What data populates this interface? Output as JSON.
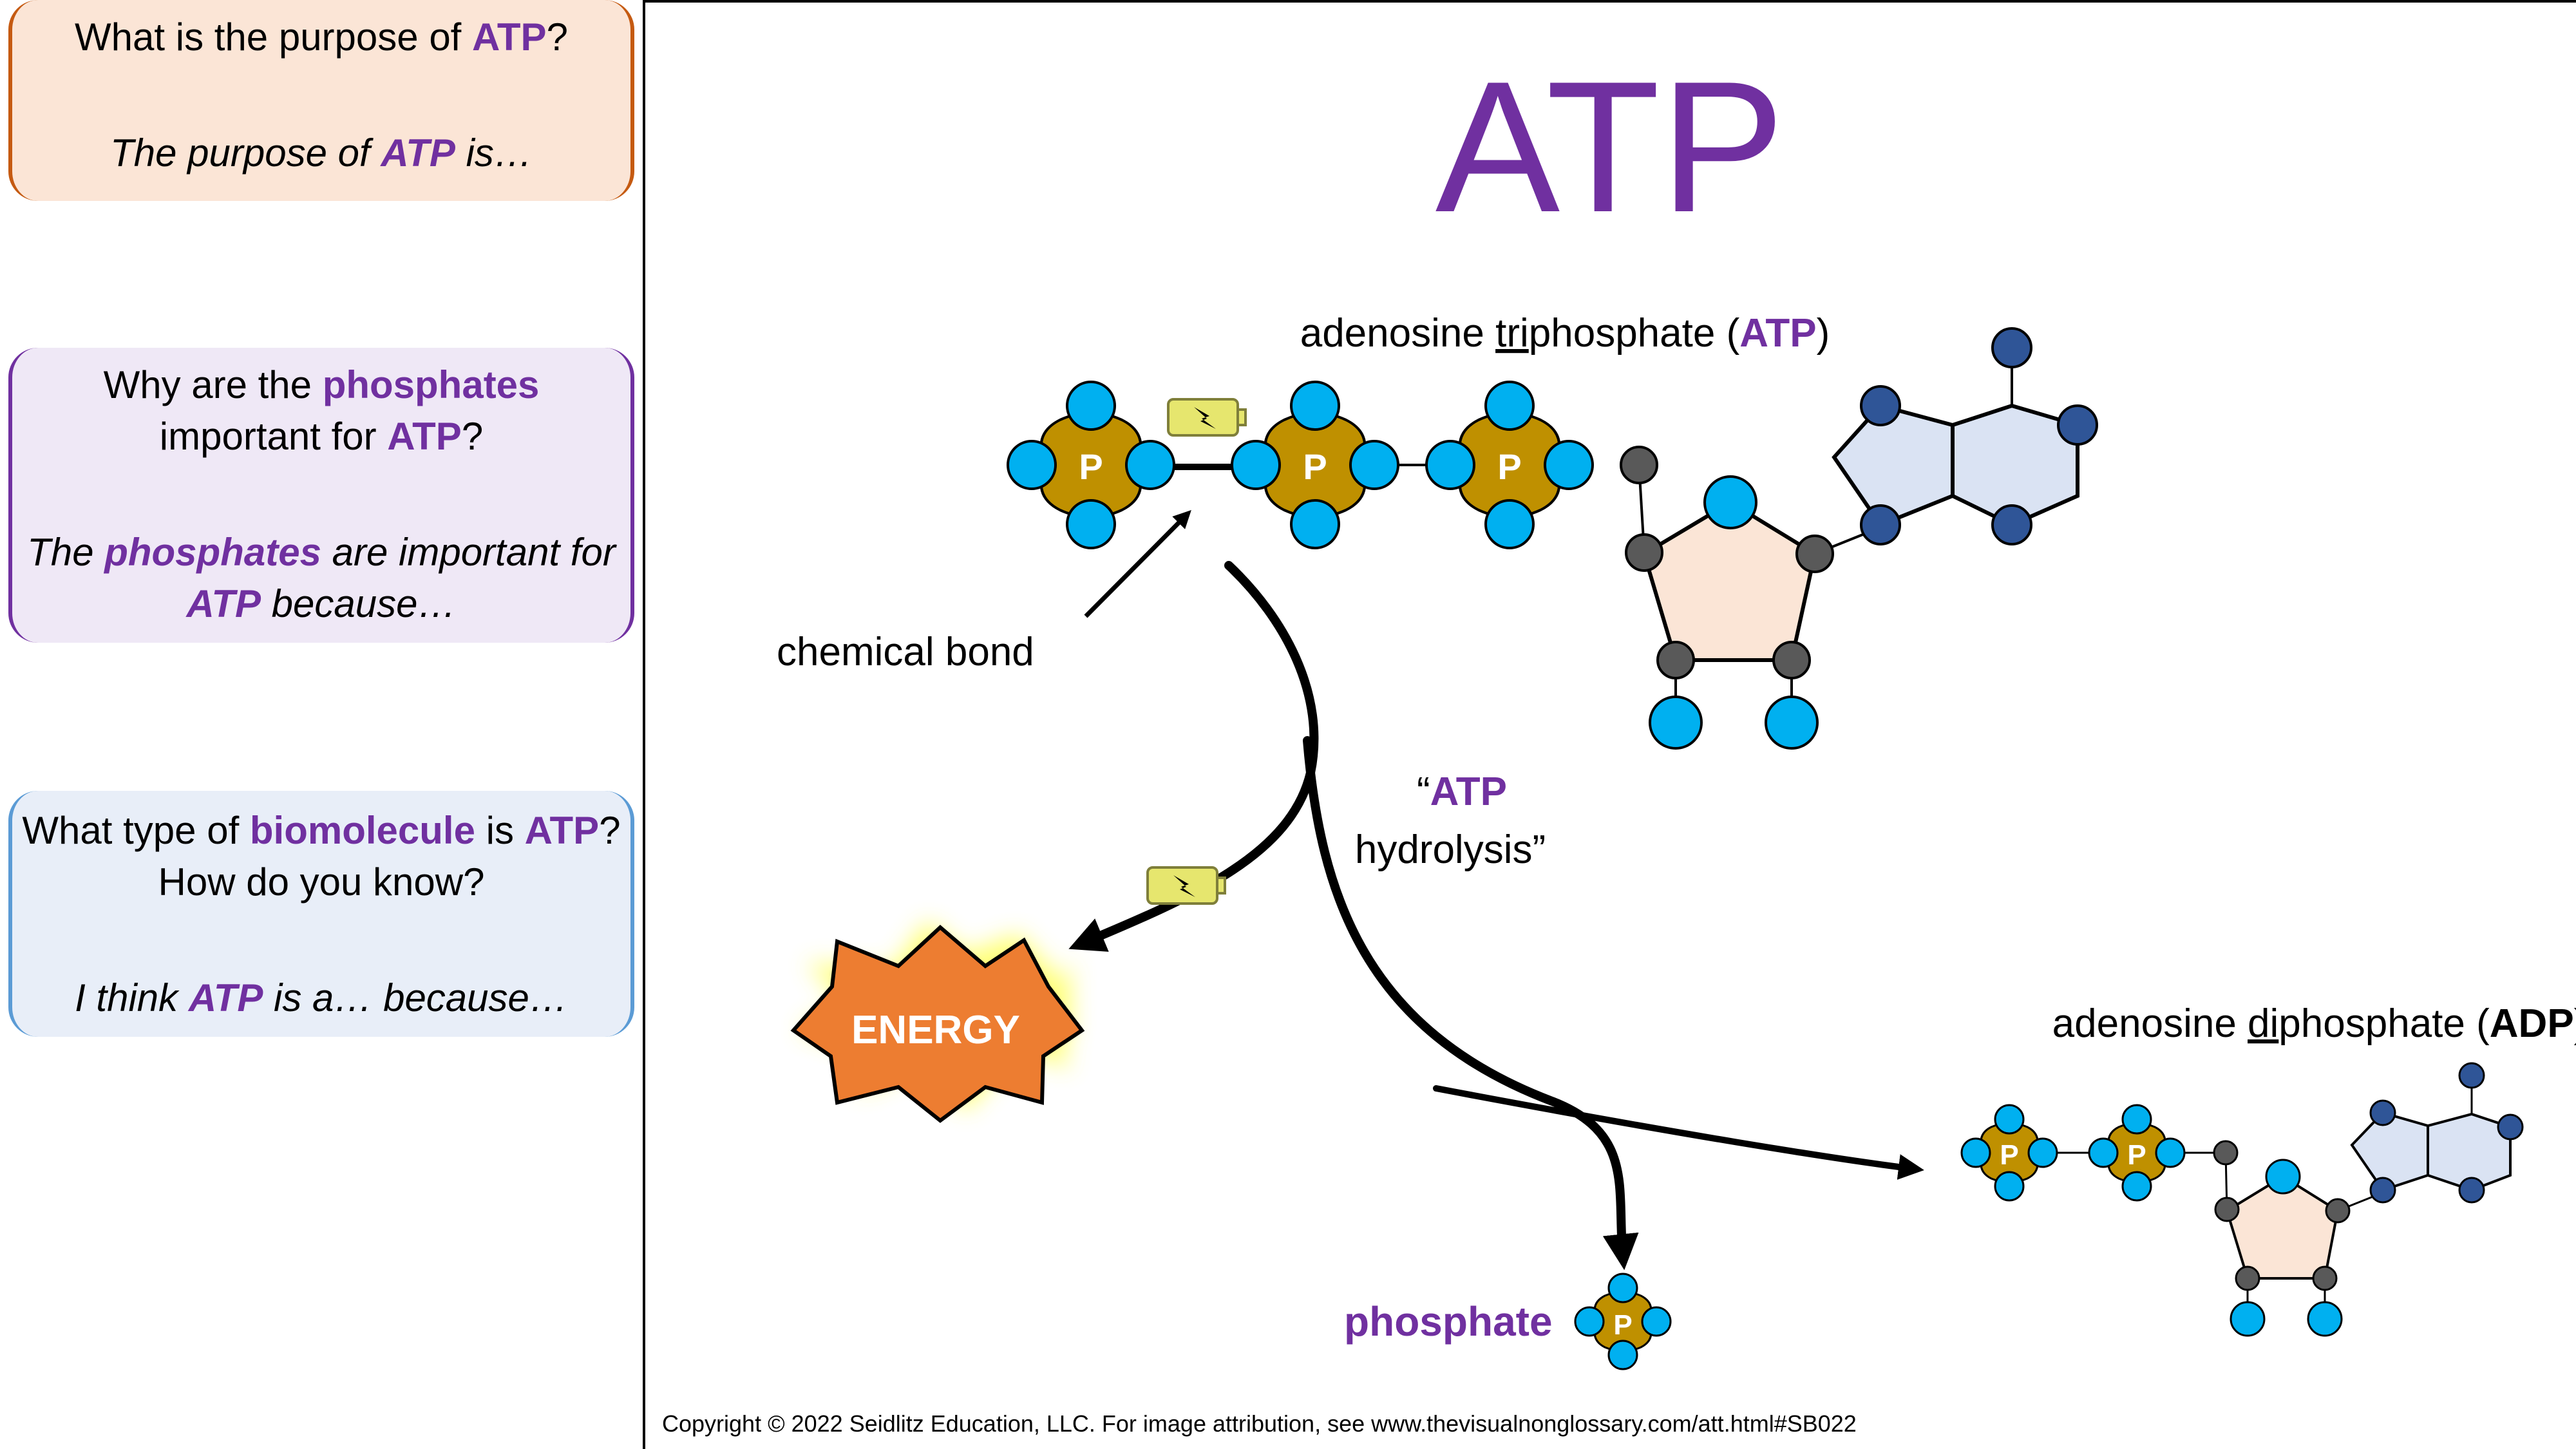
{
  "prompts": [
    {
      "question_parts": [
        "What is the purpose of ",
        "ATP",
        "?"
      ],
      "stem_parts": [
        "The purpose of ",
        "ATP",
        " is…"
      ]
    },
    {
      "question_line1_parts": [
        "Why are the ",
        "phosphates"
      ],
      "question_line2_parts": [
        "important for ",
        "ATP",
        "?"
      ],
      "stem_line1_parts": [
        "The ",
        "phosphates",
        " are important for"
      ],
      "stem_line2_parts": [
        "ATP",
        " because…"
      ]
    },
    {
      "question_line1_parts": [
        "What type of ",
        "biomolecule",
        " is ",
        "ATP",
        "?"
      ],
      "question_line2": "How do you know?",
      "stem_parts": [
        "I think ",
        "ATP",
        " is a… because…"
      ]
    }
  ],
  "diagram": {
    "title": "ATP",
    "atp_label_parts": [
      "adenosine ",
      "tri",
      "phosphate (",
      "ATP",
      ")"
    ],
    "chemical_bond_label": "chemical bond",
    "hydrolysis_line1_parts": [
      "“",
      "ATP"
    ],
    "hydrolysis_line2": "hydrolysis”",
    "energy_label": "ENERGY",
    "adp_label_parts": [
      "adenosine ",
      "di",
      "phosphate (",
      "ADP",
      ")"
    ],
    "phosphate_label": "phosphate",
    "phosphate_letter": "P"
  },
  "colors": {
    "accent_purple": "#7030A0",
    "phosphate_gold": "#BF9000",
    "oxygen_blue": "#00B0F0",
    "carbon_gray": "#595959",
    "nitrogen_navy": "#2F5597",
    "ribose_fill": "#FBE5D6",
    "adenine_fill": "#DAE3F3",
    "energy_orange": "#ED7D31",
    "battery_yellow": "#E6E66E"
  },
  "copyright": "Copyright © 2022 Seidlitz Education, LLC.  For image attribution, see www.thevisualnonglossary.com/att.html#SB022"
}
